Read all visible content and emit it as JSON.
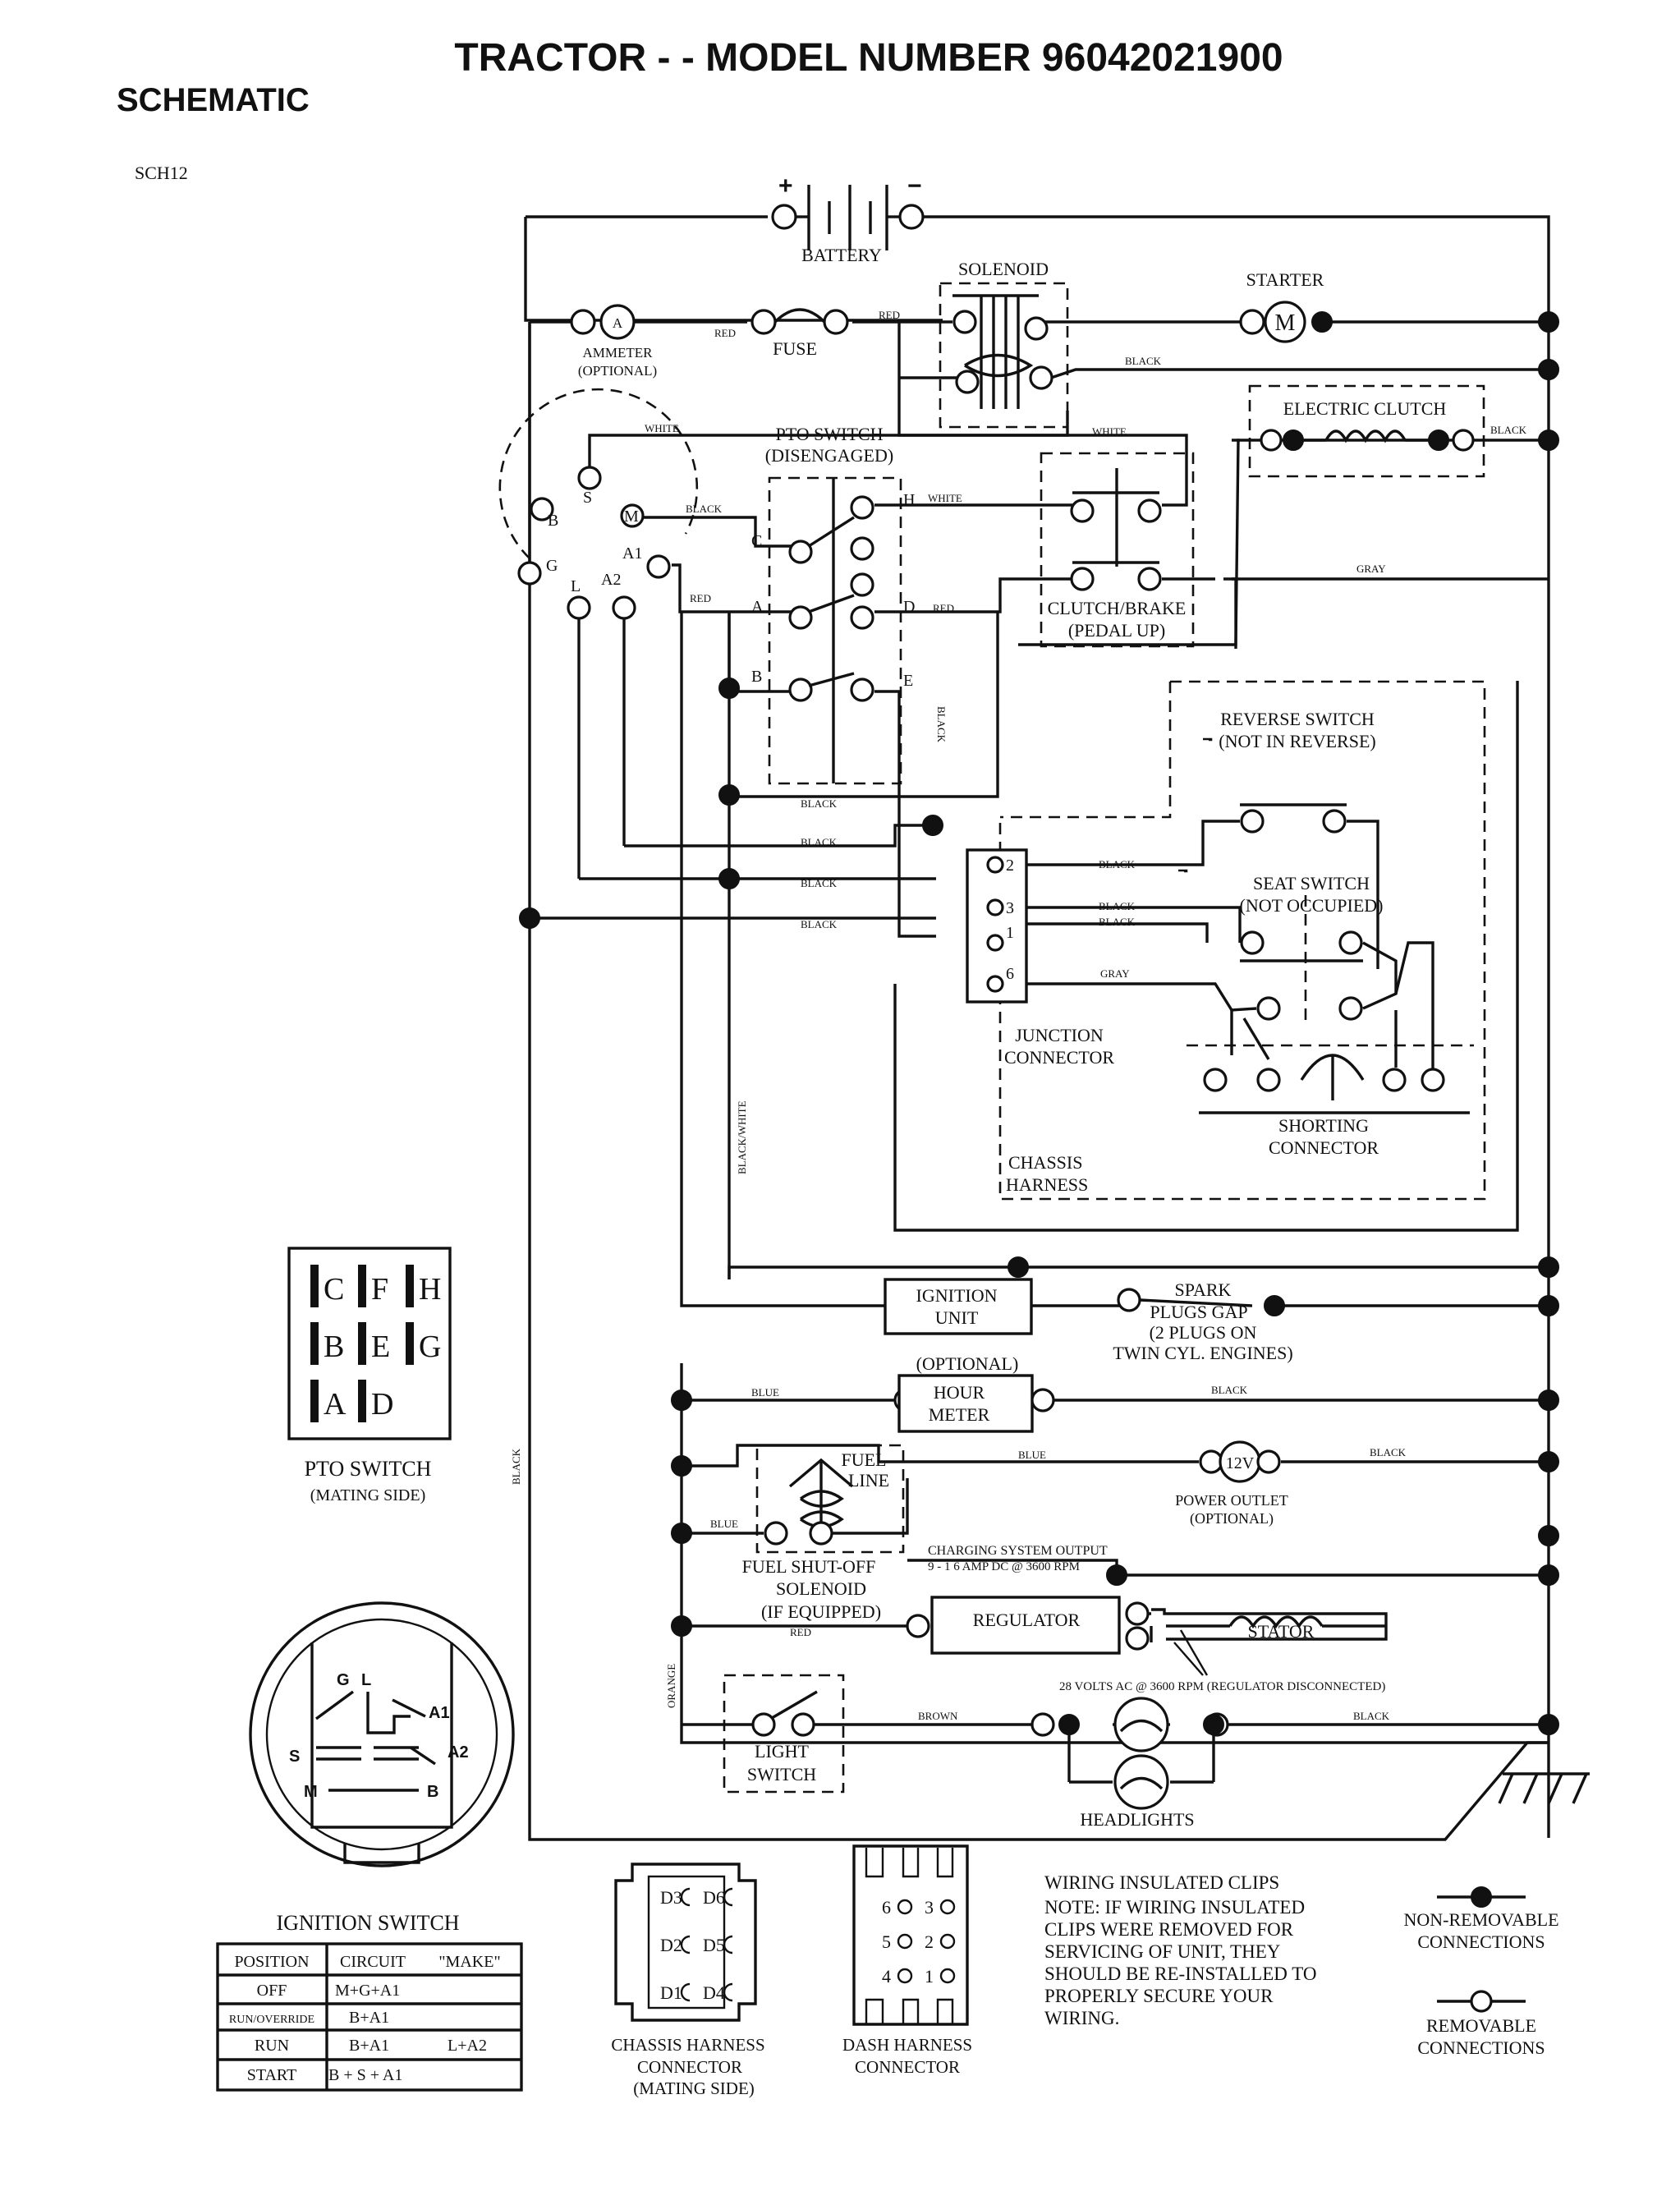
{
  "header": {
    "title": "TRACTOR - - MODEL NUMBER 96042021900",
    "subtitle": "SCHEMATIC",
    "code": "SCH12"
  },
  "components": {
    "battery": "BATTERY",
    "battery_plus": "+",
    "battery_minus": "−",
    "solenoid": "SOLENOID",
    "starter": "STARTER",
    "starter_symbol": "M",
    "ammeter_symbol": "A",
    "ammeter_1": "AMMETER",
    "ammeter_2": "(OPTIONAL)",
    "fuse": "FUSE",
    "electric_clutch": "ELECTRIC CLUTCH",
    "pto_switch_1": "PTO SWITCH",
    "pto_switch_2": "(DISENGAGED)",
    "clutch_brake_1": "CLUTCH/BRAKE",
    "clutch_brake_2": "(PEDAL UP)",
    "reverse_switch_1": "REVERSE SWITCH",
    "reverse_switch_2": "(NOT IN REVERSE)",
    "seat_switch_1": "SEAT SWITCH",
    "seat_switch_2": "(NOT OCCUPIED)",
    "junction_1": "JUNCTION",
    "junction_2": "CONNECTOR",
    "shorting_1": "SHORTING",
    "shorting_2": "CONNECTOR",
    "chassis_harness_1": "CHASSIS",
    "chassis_harness_2": "HARNESS",
    "ignition_unit_1": "IGNITION",
    "ignition_unit_2": "UNIT",
    "spark_1": "SPARK",
    "spark_2": "PLUGS GAP",
    "spark_3": "(2 PLUGS ON",
    "spark_4": "TWIN CYL. ENGINES)",
    "hour_meter_opt": "(OPTIONAL)",
    "hour_meter_1": "HOUR",
    "hour_meter_2": "METER",
    "fuel_line_1": "FUEL",
    "fuel_line_2": "LINE",
    "power_outlet_symbol": "12V",
    "power_outlet_1": "POWER OUTLET",
    "power_outlet_2": "(OPTIONAL)",
    "fuel_shutoff_1": "FUEL SHUT-OFF",
    "fuel_shutoff_2": "SOLENOID",
    "fuel_shutoff_3": "(IF EQUIPPED)",
    "charging_1": "CHARGING SYSTEM OUTPUT",
    "charging_2": "9 - 1 6 AMP DC @ 3600 RPM",
    "regulator": "REGULATOR",
    "stator": "STATOR",
    "stator_note": "28 VOLTS AC @ 3600 RPM (REGULATOR DISCONNECTED)",
    "light_switch_1": "LIGHT",
    "light_switch_2": "SWITCH",
    "headlights": "HEADLIGHTS"
  },
  "terminals": {
    "ign_S": "S",
    "ign_M": "M",
    "ign_B": "B",
    "ign_A1": "A1",
    "ign_G": "G",
    "ign_L": "L",
    "ign_A2": "A2",
    "pto_C": "C",
    "pto_A": "A",
    "pto_B": "B",
    "pto_H": "H",
    "pto_D": "D",
    "pto_E": "E",
    "jc_2": "2",
    "jc_3": "3",
    "jc_1": "1",
    "jc_6": "6"
  },
  "wire_labels": {
    "red": "RED",
    "black": "BLACK",
    "white": "WHITE",
    "gray": "GRAY",
    "blue": "BLUE",
    "brown": "BROWN",
    "orange": "ORANGE",
    "black_white": "BLACK/WHITE"
  },
  "pto_mating": {
    "title": "PTO SWITCH",
    "subtitle": "(MATING SIDE)",
    "rows": [
      [
        "C",
        "F",
        "H"
      ],
      [
        "B",
        "E",
        "G"
      ],
      [
        "A",
        "D"
      ]
    ]
  },
  "ignition_switch": {
    "title": "IGNITION SWITCH",
    "face_labels": [
      "G",
      "L",
      "A1",
      "A2",
      "S",
      "M",
      "B"
    ],
    "headers": [
      "POSITION",
      "CIRCUIT",
      "\"MAKE\""
    ],
    "rows": [
      {
        "position": "OFF",
        "circuit": "M+G+A1",
        "extra": ""
      },
      {
        "position": "RUN/OVERRIDE",
        "circuit": "B+A1",
        "extra": ""
      },
      {
        "position": "RUN",
        "circuit": "B+A1",
        "extra": "L+A2"
      },
      {
        "position": "START",
        "circuit": "B + S + A1",
        "extra": ""
      }
    ]
  },
  "chassis_connector": {
    "pins": [
      "D3",
      "D6",
      "D2",
      "D5",
      "D1",
      "D4"
    ],
    "label_1": "CHASSIS HARNESS",
    "label_2": "CONNECTOR",
    "label_3": "(MATING SIDE)"
  },
  "dash_connector": {
    "pins": [
      "6",
      "3",
      "5",
      "2",
      "4",
      "1"
    ],
    "label_1": "DASH HARNESS",
    "label_2": "CONNECTOR"
  },
  "notes": {
    "title": "WIRING INSULATED CLIPS",
    "lines": [
      "NOTE:  IF WIRING INSULATED",
      "CLIPS WERE REMOVED FOR",
      "SERVICING OF UNIT, THEY",
      "SHOULD BE RE-INSTALLED TO",
      "PROPERLY SECURE YOUR",
      "WIRING."
    ]
  },
  "legend": {
    "non_removable_1": "NON-REMOVABLE",
    "non_removable_2": "CONNECTIONS",
    "removable_1": "REMOVABLE",
    "removable_2": "CONNECTIONS"
  }
}
